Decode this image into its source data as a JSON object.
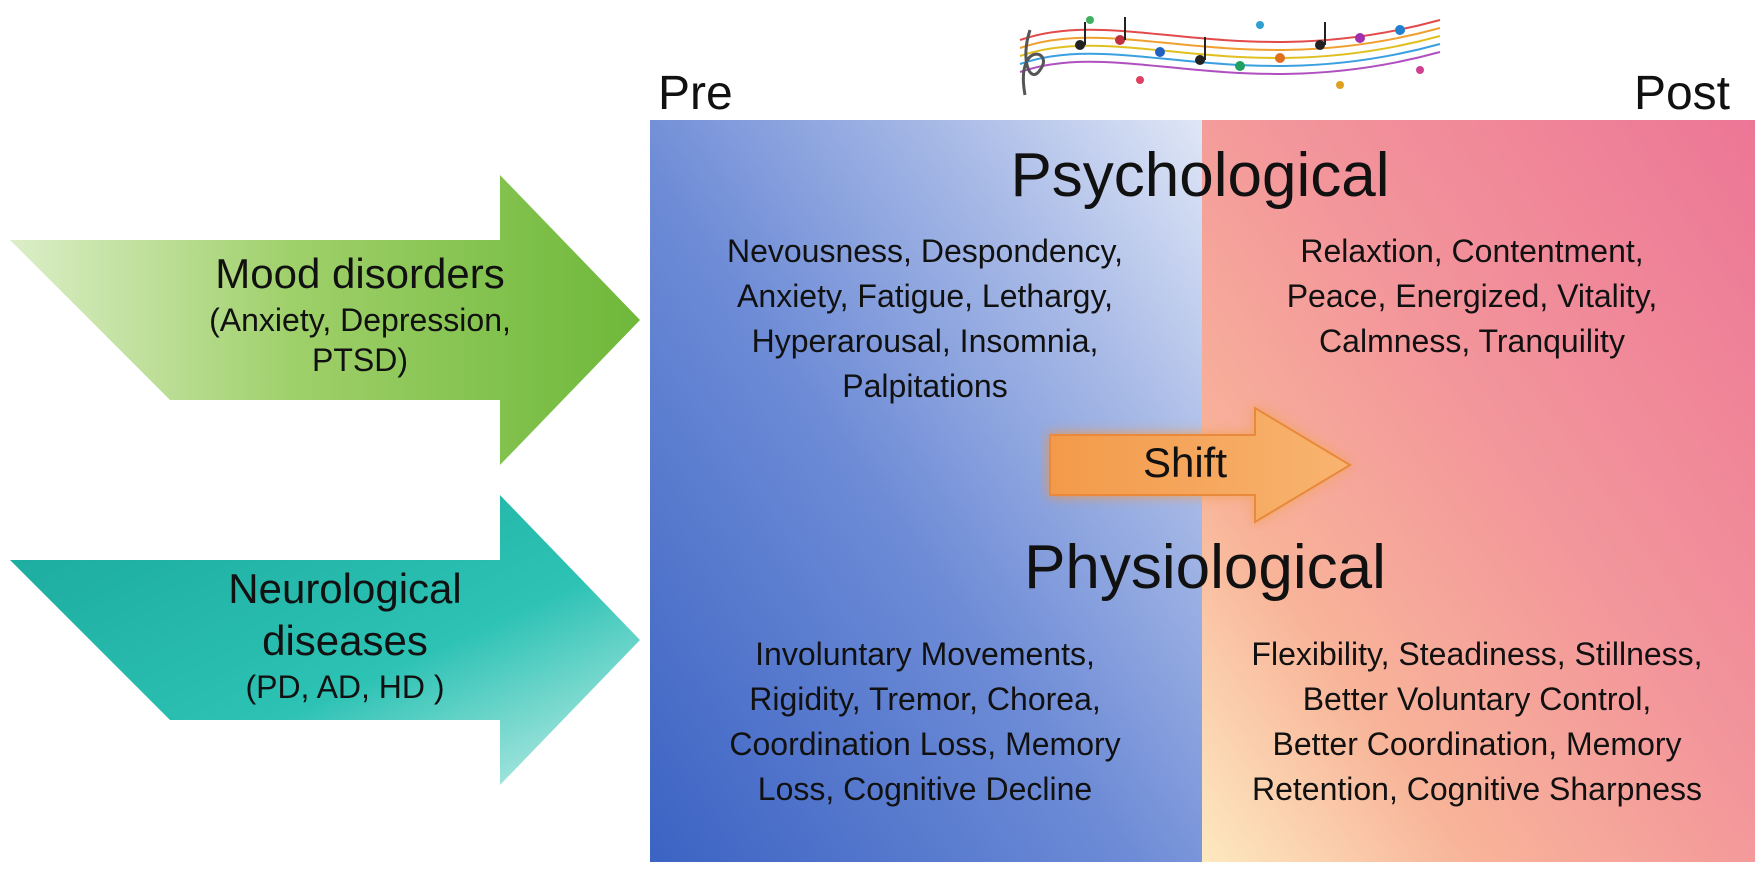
{
  "inputs": {
    "mood": {
      "title": "Mood disorders",
      "sub1": "(Anxiety, Depression,",
      "sub2": "PTSD)"
    },
    "neuro": {
      "title1": "Neurological",
      "title2": "diseases",
      "sub": "(PD, AD, HD )"
    }
  },
  "labels": {
    "pre": "Pre",
    "post": "Post",
    "shift": "Shift"
  },
  "psychological": {
    "title": "Psychological",
    "pre_lines": [
      "Nevousness, Despondency,",
      "Anxiety, Fatigue, Lethargy,",
      "Hyperarousal, Insomnia,",
      "Palpitations"
    ],
    "post_lines": [
      "Relaxtion, Contentment,",
      "Peace, Energized, Vitality,",
      "Calmness, Tranquility"
    ]
  },
  "physiological": {
    "title": "Physiological",
    "pre_lines": [
      "Involuntary Movements,",
      "Rigidity, Tremor, Chorea,",
      "Coordination Loss, Memory",
      "Loss, Cognitive Decline"
    ],
    "post_lines": [
      "Flexibility, Steadiness, Stillness,",
      "Better Voluntary Control,",
      "Better Coordination, Memory",
      "Retention, Cognitive Sharpness"
    ]
  },
  "colors": {
    "mood_arrow": "#7dc242",
    "neuro_arrow": "#24bfb0",
    "shift_arrow": "#f6a04d",
    "pre_blue": "#3b63c3",
    "post_pink": "#ec7696"
  },
  "icons": {
    "music": "music-staff-icon"
  }
}
